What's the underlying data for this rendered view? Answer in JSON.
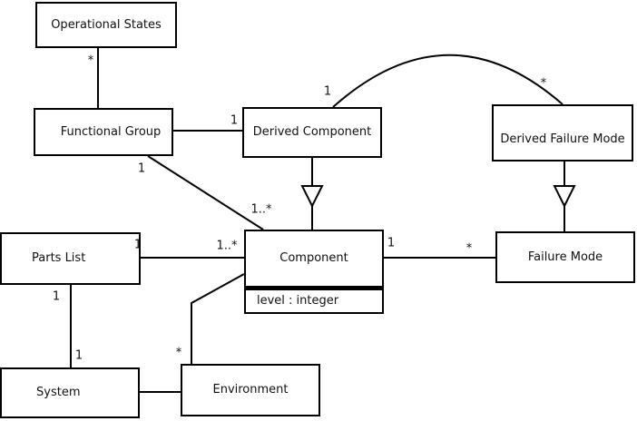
{
  "diagram": {
    "kind": "uml-class-diagram",
    "colors": {
      "line": "#000000",
      "box_fill": "#ffffff",
      "background": "#ffffff",
      "text": "#111111"
    },
    "nodes": {
      "operational_states": {
        "label": "Operational States"
      },
      "functional_group": {
        "label": "Functional Group"
      },
      "derived_component": {
        "label": "Derived Component"
      },
      "derived_failure_mode": {
        "label": "Derived Failure Mode"
      },
      "parts_list": {
        "label": "Parts List"
      },
      "component": {
        "label": "Component",
        "attribute": "level : integer"
      },
      "failure_mode": {
        "label": "Failure Mode"
      },
      "system": {
        "label": "System"
      },
      "environment": {
        "label": "Environment"
      }
    },
    "edges": [
      {
        "id": "os-fg",
        "from": "operational_states",
        "to": "functional_group",
        "type": "association",
        "labels": [
          {
            "text": "*"
          }
        ]
      },
      {
        "id": "fg-dc",
        "from": "functional_group",
        "to": "derived_component",
        "type": "association",
        "labels": [
          {
            "text": "1"
          }
        ]
      },
      {
        "id": "fg-c",
        "from": "functional_group",
        "to": "component",
        "type": "association",
        "labels": [
          {
            "text": "1"
          },
          {
            "text": "1..*"
          }
        ]
      },
      {
        "id": "dc-c",
        "from": "derived_component",
        "to": "component",
        "type": "generalization",
        "labels": []
      },
      {
        "id": "dc-dfm",
        "from": "derived_component",
        "to": "derived_failure_mode",
        "type": "association-arc",
        "labels": [
          {
            "text": "1"
          },
          {
            "text": "*"
          }
        ]
      },
      {
        "id": "dfm-fm",
        "from": "derived_failure_mode",
        "to": "failure_mode",
        "type": "generalization",
        "labels": []
      },
      {
        "id": "pl-c",
        "from": "parts_list",
        "to": "component",
        "type": "association",
        "labels": [
          {
            "text": "1"
          },
          {
            "text": "1..*"
          }
        ]
      },
      {
        "id": "c-fm",
        "from": "component",
        "to": "failure_mode",
        "type": "association",
        "labels": [
          {
            "text": "1"
          },
          {
            "text": "*"
          }
        ]
      },
      {
        "id": "pl-sys",
        "from": "parts_list",
        "to": "system",
        "type": "association",
        "labels": [
          {
            "text": "1"
          },
          {
            "text": "1"
          }
        ]
      },
      {
        "id": "sys-env",
        "from": "system",
        "to": "environment",
        "type": "association",
        "labels": []
      },
      {
        "id": "env-c",
        "from": "environment",
        "to": "component",
        "type": "association",
        "labels": [
          {
            "text": "*"
          }
        ]
      }
    ]
  }
}
